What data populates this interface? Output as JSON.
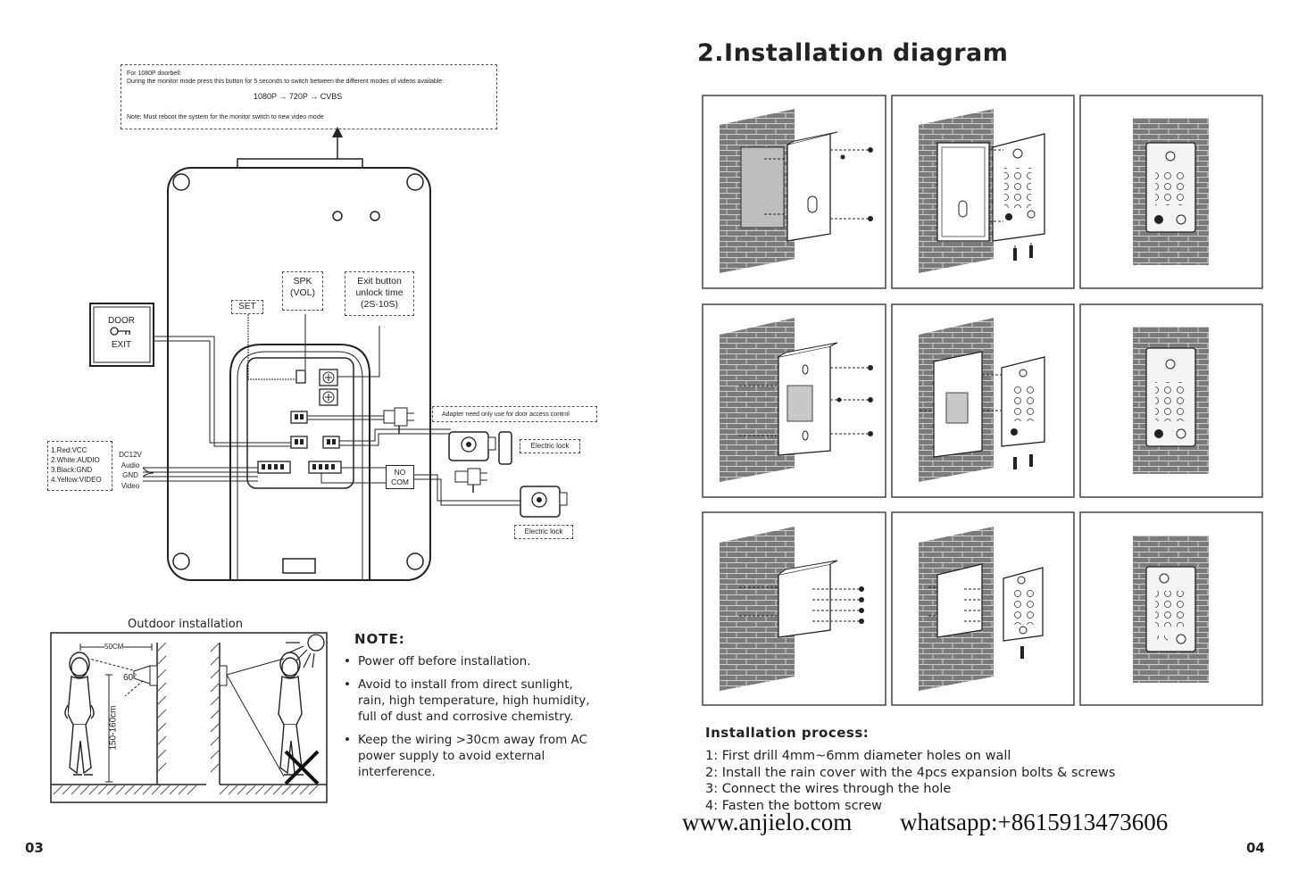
{
  "left_page": {
    "top_note": {
      "line1": "For 1080P doorbell:",
      "line2": "During the monitor mode press this button for 5 seconds to switch between the different modes of videos available:",
      "modes": "1080P → 720P → CVBS",
      "line3": "Note: Must reboot the system for the monitor switch to new video mode"
    },
    "labels": {
      "set": "SET",
      "spk": "SPK\n(VOL)",
      "exit_button": "Exit button\nunlock time\n(2S-10S)",
      "door_exit_top": "DOOR",
      "door_exit_bottom": "EXIT",
      "adapter": "Adapter need only use for door access control",
      "electric_lock_1": "Electric lock",
      "electric_lock_2": "Electric lock",
      "no": "NO",
      "com": "COM",
      "wires": "1.Red:VCC\n2.White:AUDIO\n3.Black:GND\n4.Yellow:VIDEO",
      "wire_funcs": "DC12V\nAudio\nGND\nVideo"
    },
    "outdoor": {
      "title": "Outdoor installation",
      "width_label": "50CM",
      "angle_label": "60°",
      "height_label": "150-160cm"
    },
    "note": {
      "heading": "NOTE:",
      "items": [
        "Power off before installation.",
        "Avoid to install from direct sunlight, rain, high temperature, high humidity, full of dust and corrosive chemistry.",
        "Keep the wiring >30cm away from AC power supply to avoid external interference."
      ]
    },
    "page_number": "03"
  },
  "right_page": {
    "title": "2.Installation diagram",
    "process_heading": "Installation process:",
    "steps": [
      "1: First drill 4mm~6mm diameter holes on wall",
      "2: Install the rain cover with the 4pcs expansion bolts & screws",
      "3: Connect the wires through the hole",
      "4: Fasten the bottom screw"
    ],
    "website": "www.anjielo.com",
    "whatsapp": "whatsapp:+8615913473606",
    "page_number": "04"
  }
}
